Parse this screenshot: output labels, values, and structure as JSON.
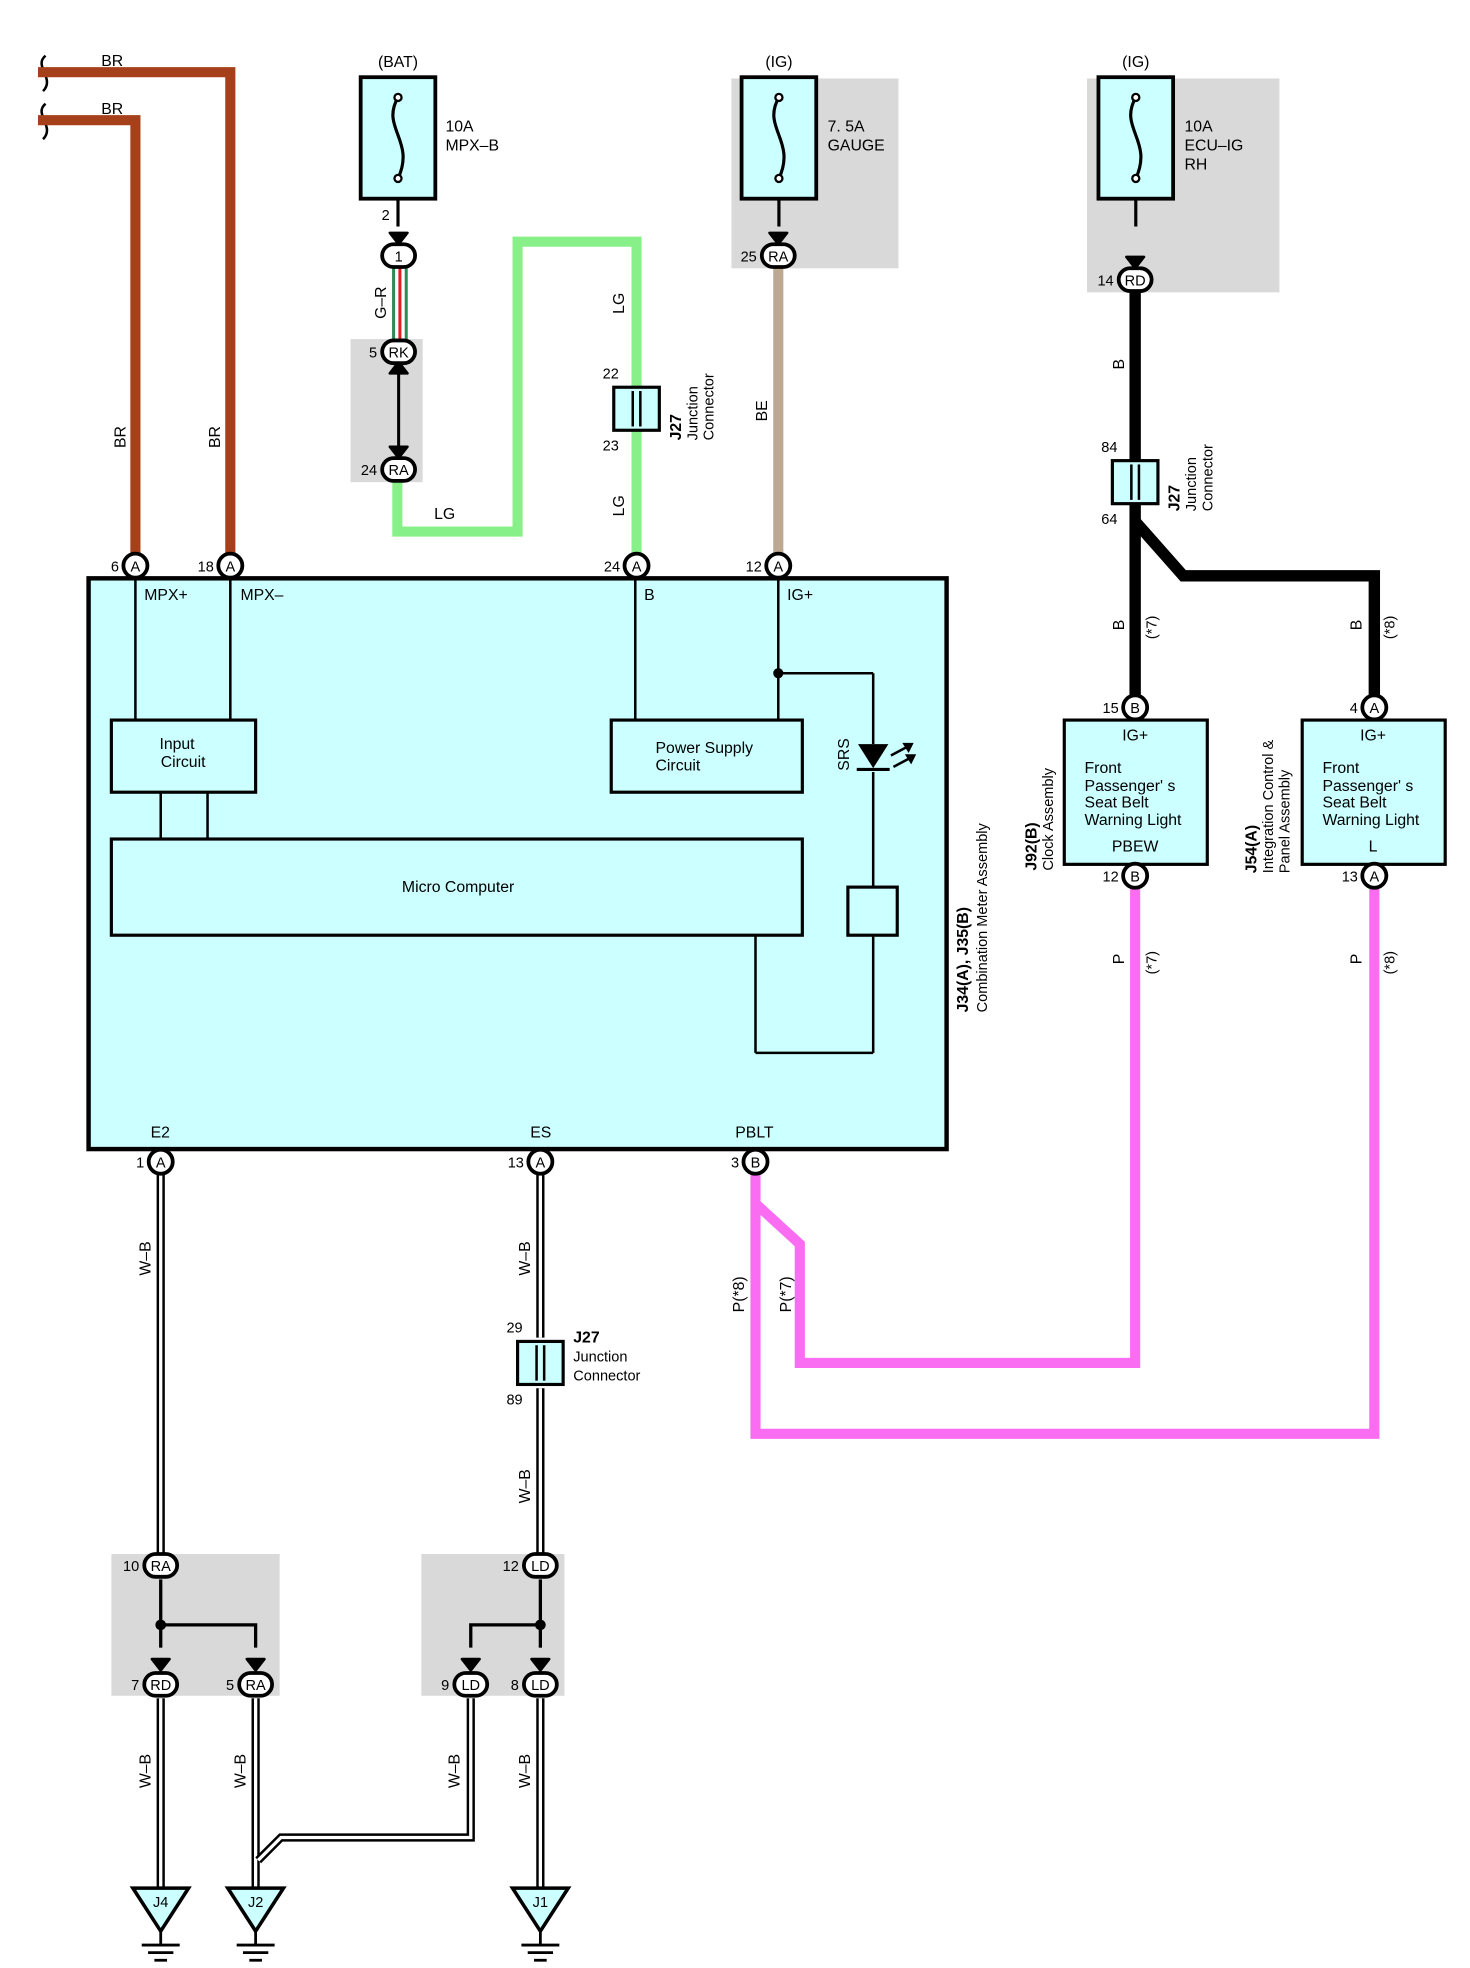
{
  "wire_colors": {
    "br": "#a5401a",
    "green_red": "#2e8b57",
    "lg": "#88f088",
    "be": "#bda992",
    "black": "#000000",
    "pink": "#fa6cf2",
    "shade": "#d9d9d9",
    "cyan": "#ccffff"
  },
  "wires": {
    "br": "BR",
    "gr": "G–R",
    "lg": "LG",
    "be": "BE",
    "b": "B",
    "p": "P",
    "wb": "W–B",
    "p8": "P(*8)",
    "p7": "P(*7)",
    "note7": "(*7)",
    "note8": "(*8)"
  },
  "fuses": [
    {
      "source": "(BAT)",
      "rating": "10A",
      "name": "MPX–B",
      "name2": ""
    },
    {
      "source": "(IG)",
      "rating": "7. 5A",
      "name": "GAUGE",
      "name2": ""
    },
    {
      "source": "(IG)",
      "rating": "10A",
      "name": "ECU–IG",
      "name2": "RH"
    }
  ],
  "pins": {
    "bat_out": "2",
    "bat_conn": "1",
    "rk": [
      "5",
      "RK"
    ],
    "ra24": [
      "24",
      "RA"
    ],
    "gauge": [
      "25",
      "RA"
    ],
    "ecu": [
      "14",
      "RD"
    ],
    "mpxp": [
      "6",
      "A"
    ],
    "mpxm": [
      "18",
      "A"
    ],
    "b24": [
      "24",
      "A"
    ],
    "ig12": [
      "12",
      "A"
    ],
    "e2": [
      "1",
      "A"
    ],
    "es": [
      "13",
      "A"
    ],
    "pblt": [
      "3",
      "B"
    ],
    "j92_ig": [
      "15",
      "B"
    ],
    "j92_out": [
      "12",
      "B"
    ],
    "j54_ig": [
      "4",
      "A"
    ],
    "j54_out": [
      "13",
      "A"
    ],
    "ra10": [
      "10",
      "RA"
    ],
    "rd7": [
      "7",
      "RD"
    ],
    "ra5": [
      "5",
      "RA"
    ],
    "ld12": [
      "12",
      "LD"
    ],
    "ld9": [
      "9",
      "LD"
    ],
    "ld8": [
      "8",
      "LD"
    ],
    "j27a_in": "22",
    "j27a_out": "23",
    "j27b_in": "84",
    "j27b_out": "64",
    "j27c_in": "29",
    "j27c_out": "89"
  },
  "junction": {
    "id": "J27",
    "line1": "Junction",
    "line2": "Connector"
  },
  "meter": {
    "id": "J34(A), J35(B)",
    "name": "Combination Meter Assembly",
    "mpxp": "MPX+",
    "mpxm": "MPX–",
    "b": "B",
    "ig": "IG+",
    "e2": "E2",
    "es": "ES",
    "pblt": "PBLT",
    "input1": "Input",
    "input2": "Circuit",
    "power1": "Power Supply",
    "power2": "Circuit",
    "micro": "Micro Computer",
    "srs": "SRS"
  },
  "clock": {
    "id": "J92(B)",
    "name": "Clock Assembly",
    "ig": "IG+",
    "l1": "Front",
    "l2": "Passenger' s",
    "l3": "Seat Belt",
    "l4": "Warning Light",
    "out": "PBEW"
  },
  "panel": {
    "id": "J54(A)",
    "name1": "Integration Control &",
    "name2": "Panel Assembly",
    "ig": "IG+",
    "l1": "Front",
    "l2": "Passenger' s",
    "l3": "Seat Belt",
    "l4": "Warning Light",
    "out": "L"
  },
  "grounds": [
    "J4",
    "J2",
    "J1"
  ]
}
